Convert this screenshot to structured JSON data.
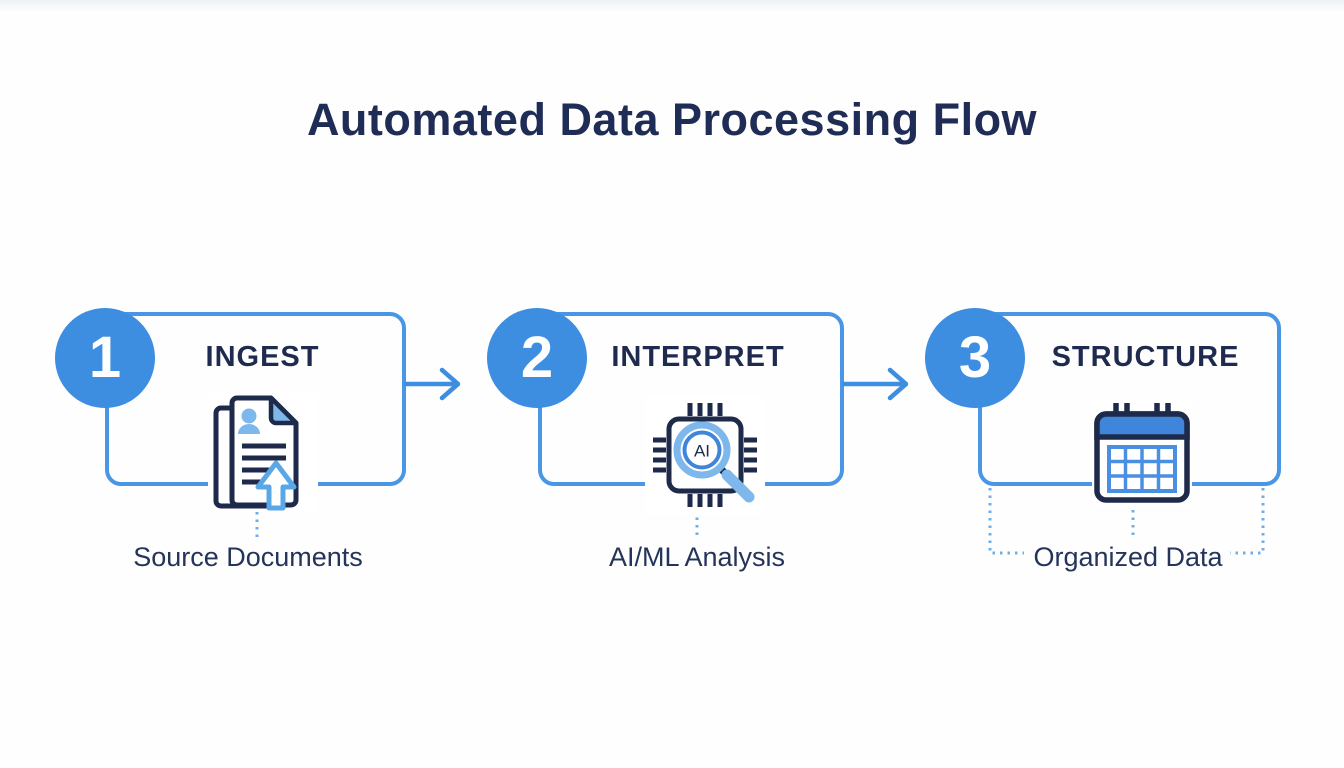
{
  "title": "Automated Data Processing Flow",
  "steps": [
    {
      "number": "1",
      "title": "INGEST",
      "label": "Source Documents",
      "icon": "documents-upload-icon"
    },
    {
      "number": "2",
      "title": "INTERPRET",
      "label": "AI/ML Analysis",
      "icon": "ai-chip-magnifier-icon",
      "icon_text": "AI"
    },
    {
      "number": "3",
      "title": "STRUCTURE",
      "label": "Organized Data",
      "icon": "table-calendar-icon"
    }
  ],
  "colors": {
    "title_text": "#1f2c55",
    "step_title_text": "#1f2b4e",
    "caption_text": "#24345a",
    "badge_fill": "#3d8de1",
    "badge_number_text": "#ffffff",
    "box_border": "#4a96e6",
    "arrow": "#3d8de1",
    "dotted_line": "#6fade6",
    "icon_outline_navy": "#1e2a4a",
    "icon_light_blue": "#7db7ec",
    "icon_mid_blue": "#3f86db",
    "background": "#ffffff"
  }
}
